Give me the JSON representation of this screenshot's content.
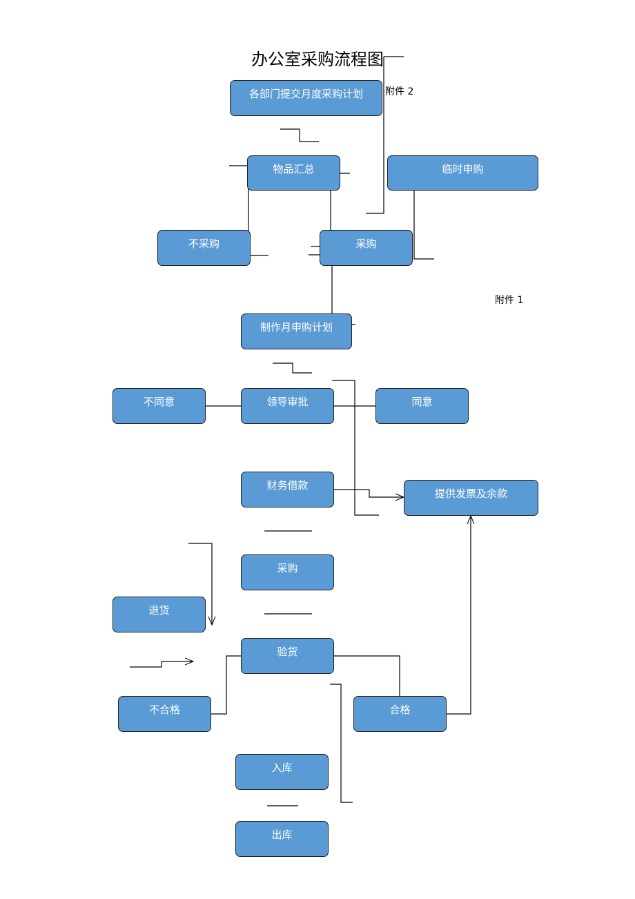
{
  "title": "办公室采购流程图",
  "notes": {
    "attachment2": "附件 2",
    "attachment1": "附件 1"
  },
  "nodes": {
    "dept_submit": "各部门提交月度采购计划",
    "summary": "物品汇总",
    "temp_request": "临时申购",
    "no_purchase": "不采购",
    "purchase_decision": "采购",
    "monthly_plan": "制作月申购计划",
    "disagree": "不同意",
    "leader_approval": "领导审批",
    "agree": "同意",
    "finance_loan": "财务借款",
    "invoice_balance": "提供发票及余款",
    "purchase": "采购",
    "return_goods": "退货",
    "inspection": "验货",
    "unqualified": "不合格",
    "qualified": "合格",
    "stock_in": "入库",
    "stock_out": "出库"
  },
  "colors": {
    "node_fill": "#5b9bd5",
    "node_border": "#1f1f1f",
    "node_text": "#ffffff",
    "line": "#000000"
  }
}
